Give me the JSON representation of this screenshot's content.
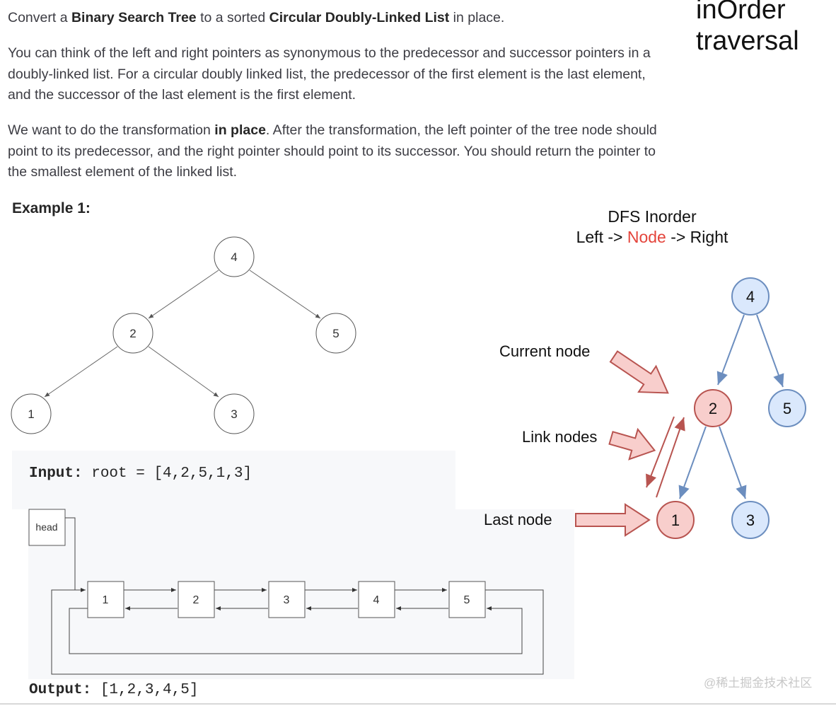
{
  "corner_label": {
    "line1": "inOrder",
    "line2": "traversal"
  },
  "description": {
    "p1": {
      "pre": "Convert a ",
      "b1": "Binary Search Tree",
      "mid": " to a sorted ",
      "b2": "Circular Doubly-Linked List",
      "post": " in place."
    },
    "p2": "You can think of the left and right pointers as synonymous to the predecessor and successor pointers in a doubly-linked list. For a circular doubly linked list, the predecessor of the first element is the last element, and the successor of the last element is the first element.",
    "p3": {
      "pre": "We want to do the transformation ",
      "b1": "in place",
      "post": ". After the transformation, the left pointer of the tree node should point to its predecessor, and the right pointer should point to its successor. You should return the pointer to the smallest element of the linked list."
    }
  },
  "example": {
    "title": "Example 1:",
    "tree_nodes": [
      "4",
      "2",
      "5",
      "1",
      "3"
    ],
    "input_label": "Input:",
    "input_value": " root = [4,2,5,1,3]",
    "output_label": "Output:",
    "output_value": " [1,2,3,4,5]",
    "head_label": "head",
    "list_nodes": [
      "1",
      "2",
      "3",
      "4",
      "5"
    ]
  },
  "dfs_diagram": {
    "title": "DFS Inorder",
    "order": {
      "left": "Left -> ",
      "node": "Node",
      "right": " -> Right"
    },
    "nodes": [
      "4",
      "2",
      "5",
      "1",
      "3"
    ],
    "labels": {
      "current": "Current node",
      "link": "Link nodes",
      "last": "Last node"
    },
    "colors": {
      "blue_fill": "#dae8fc",
      "blue_stroke": "#6c8ebf",
      "red_fill": "#f8cecc",
      "red_stroke": "#b85450",
      "node_word": "#e4443b"
    }
  },
  "watermark": "@稀土掘金技术社区"
}
